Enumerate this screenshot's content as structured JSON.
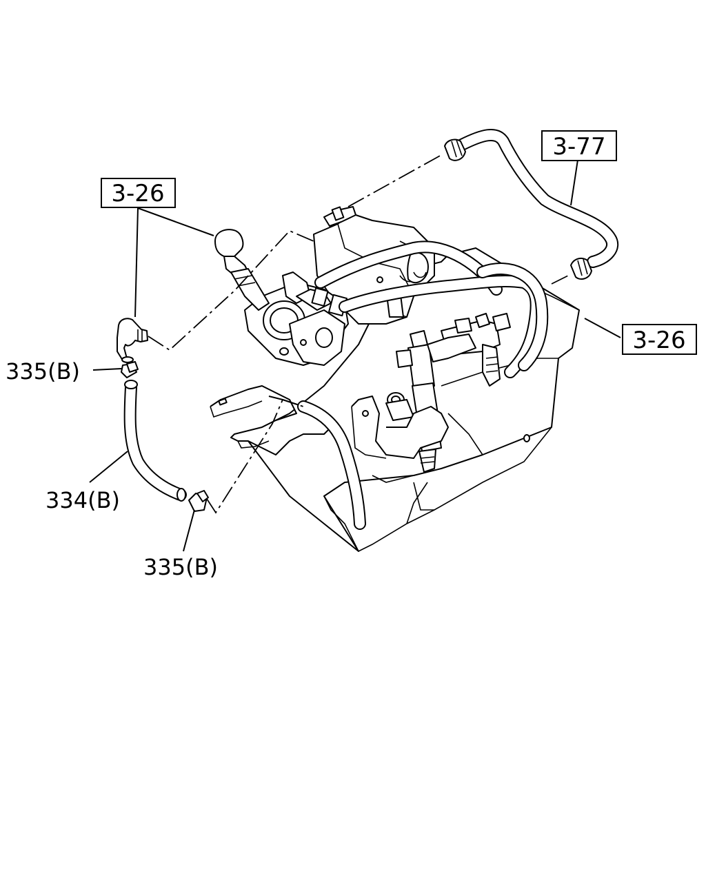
{
  "diagram": {
    "reference_boxes": [
      {
        "id": "ref-3-26-left",
        "text": "3-26"
      },
      {
        "id": "ref-3-77",
        "text": "3-77"
      },
      {
        "id": "ref-3-26-right",
        "text": "3-26"
      }
    ],
    "part_labels": [
      {
        "id": "label-335b-upper",
        "text": "335(B)"
      },
      {
        "id": "label-334b",
        "text": "334(B)"
      },
      {
        "id": "label-335b-lower",
        "text": "335(B)"
      }
    ]
  }
}
